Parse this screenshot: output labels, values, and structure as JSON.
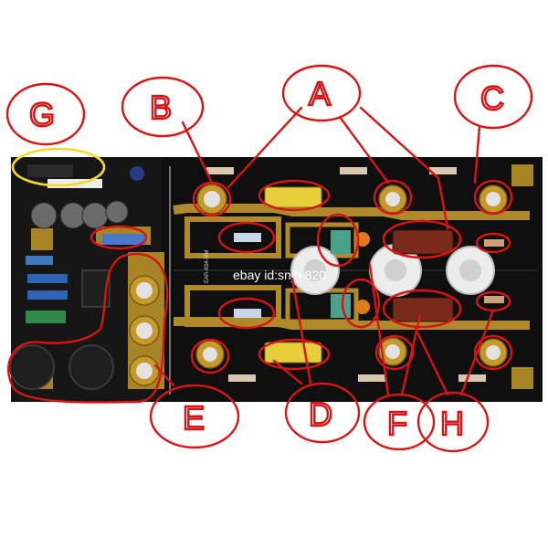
{
  "watermark": "ebay id:snjh 820",
  "board_label": "EAR-834-MM",
  "callout_labels": {
    "a": "A",
    "b": "B",
    "c": "C",
    "d": "D",
    "e": "E",
    "f": "F",
    "g": "G",
    "h": "H"
  },
  "colors": {
    "annotation": "#d81414",
    "highlight": "#f2dc2a",
    "pcb": "#101010",
    "trace_gold": "#b08a2a"
  }
}
